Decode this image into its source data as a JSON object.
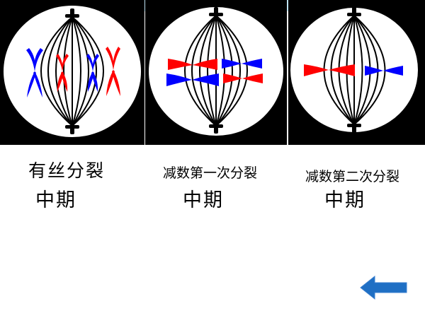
{
  "diagram": {
    "colors": {
      "background": "#000000",
      "cell": "#ffffff",
      "spindle": "#000000",
      "chromosome_red": "#ff0000",
      "chromosome_blue": "#0000ff",
      "arrow": "#1f6fc4"
    },
    "panels": [
      {
        "stage": "有丝分裂",
        "phase": "中期"
      },
      {
        "stage": "减数第一次分裂",
        "phase": "中期"
      },
      {
        "stage": "减数第二次分裂",
        "phase": "中期"
      }
    ],
    "navigation": {
      "back_icon": "left-arrow-icon"
    }
  }
}
